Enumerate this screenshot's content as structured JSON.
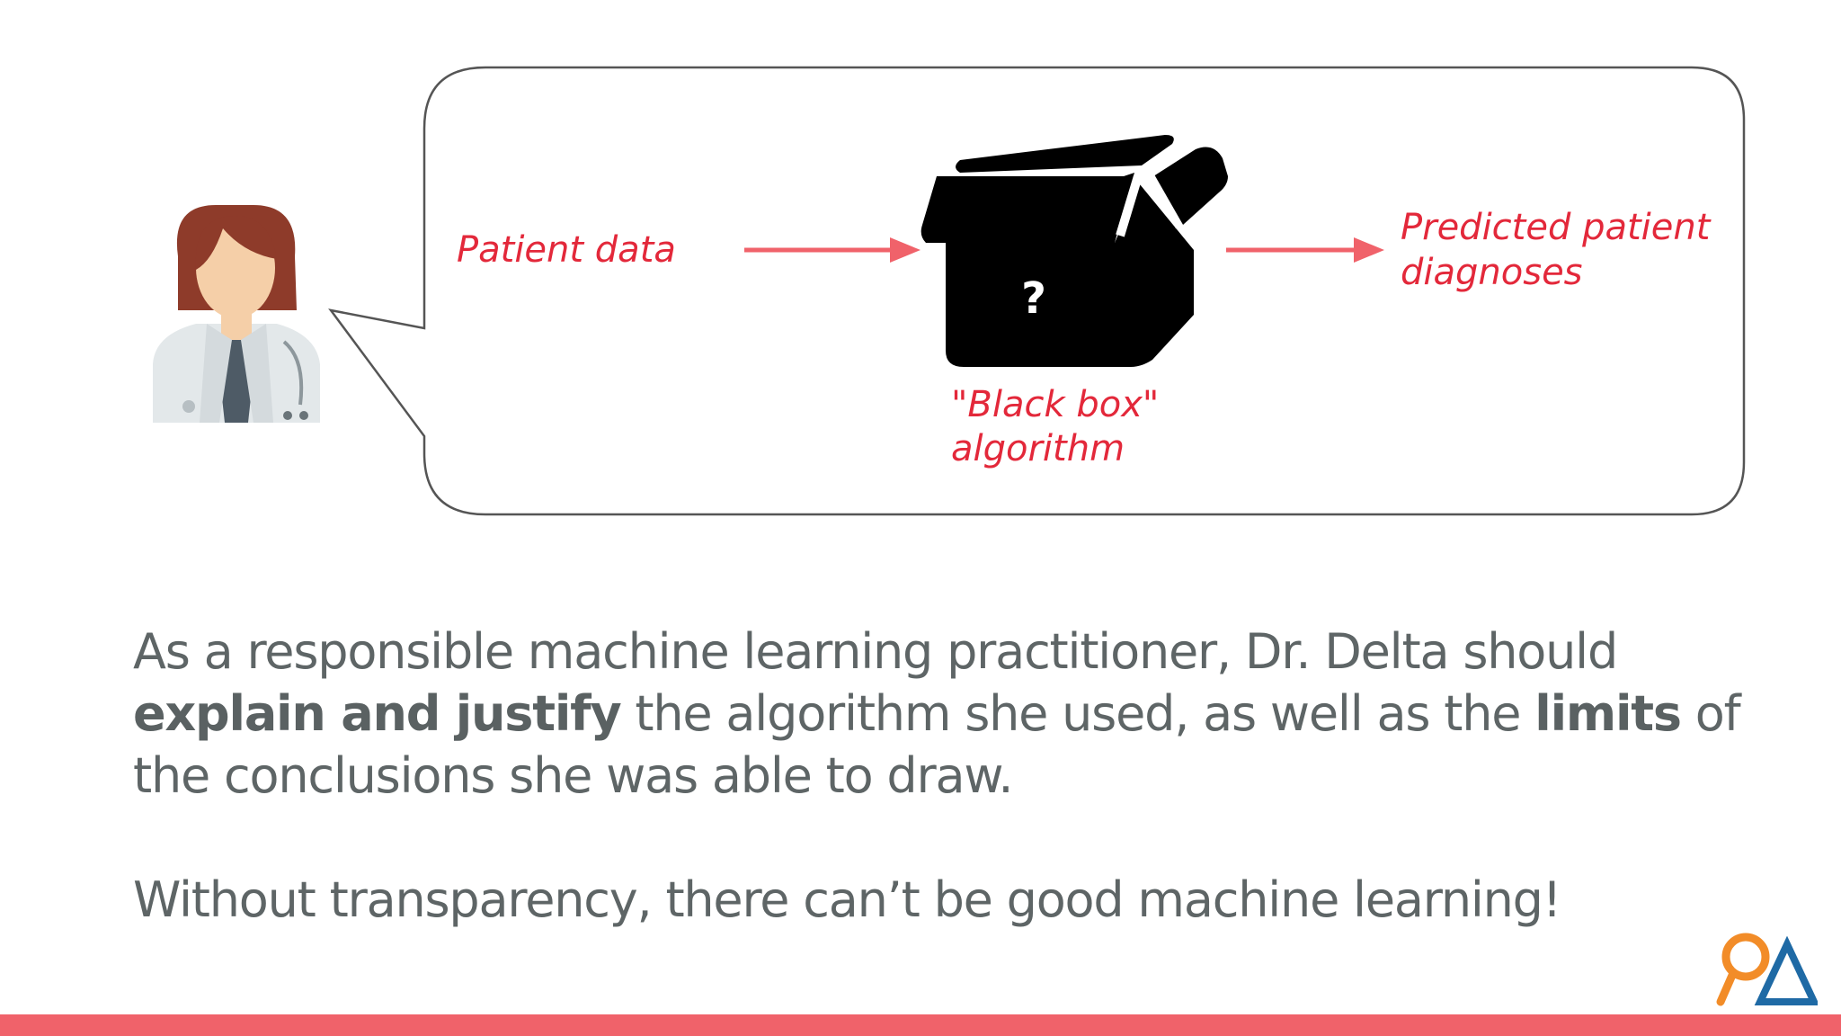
{
  "diagram": {
    "input_label": "Patient data",
    "box_mark": "?",
    "box_label_line1": "\"Black box\"",
    "box_label_line2": "algorithm",
    "output_label_line1": "Predicted patient",
    "output_label_line2": "diagnoses"
  },
  "caption": {
    "p1_a": "As a responsible machine learning practitioner, Dr. Delta should ",
    "p1_b": "explain and justify",
    "p1_c": " the algorithm she used, as well as the ",
    "p1_d": "limits",
    "p1_e": " of the conclusions she was able to draw.",
    "p2": "Without transparency, there can’t be good machine learning!"
  },
  "colors": {
    "accent": "#f0626a",
    "handwriting": "#e3283a",
    "text": "#5e6566",
    "logo_orange": "#f28c28",
    "logo_blue": "#1f6aa5"
  }
}
